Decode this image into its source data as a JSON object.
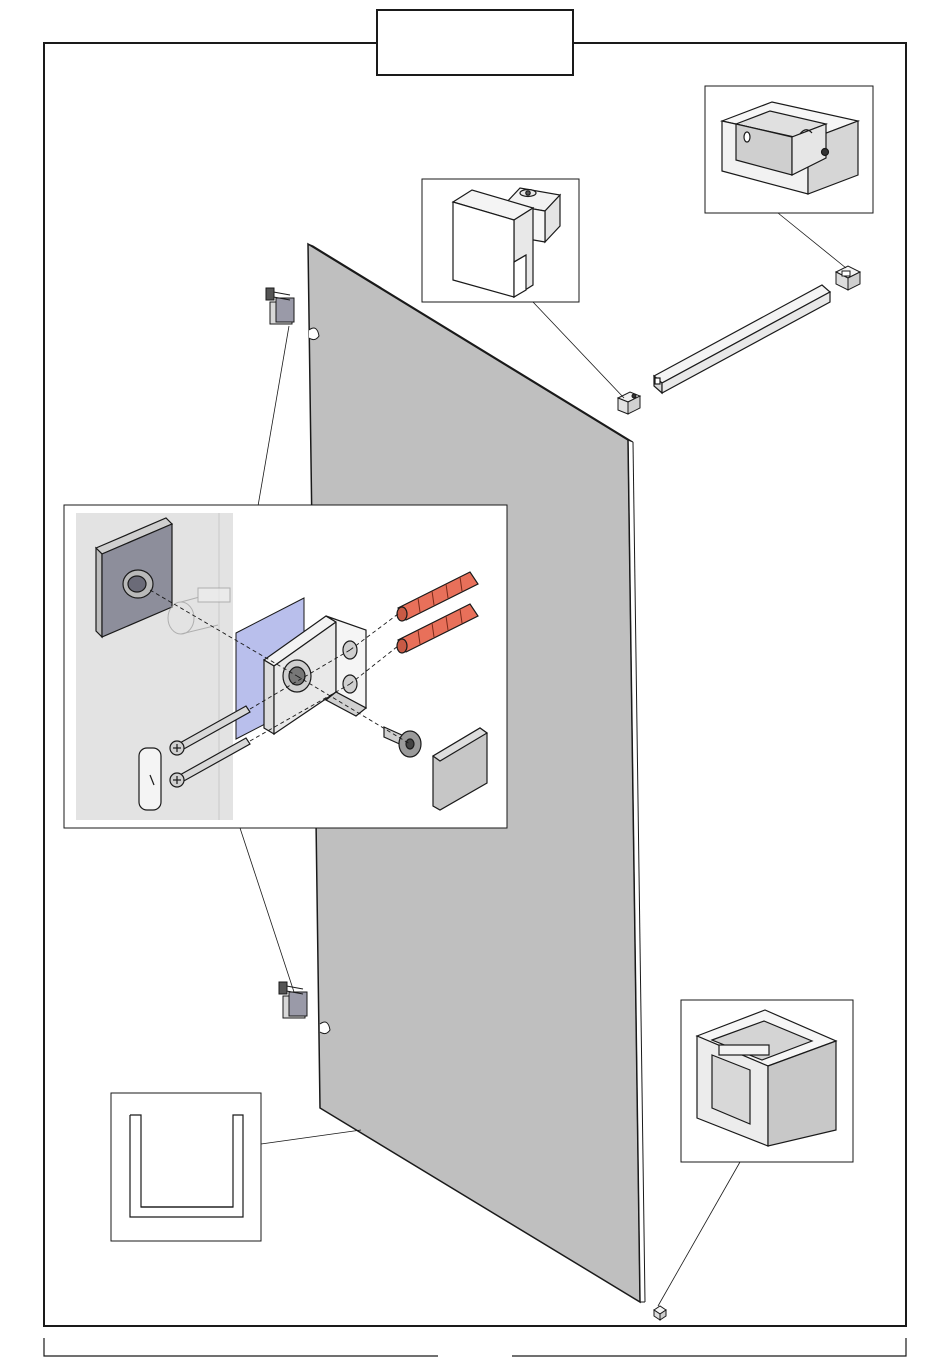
{
  "page": {
    "title_box_text": "",
    "page_number": ""
  },
  "parts": [
    {
      "id": "glass-panel",
      "kind": "panel"
    },
    {
      "id": "wall-bracket-top",
      "kind": "hinge-bracket"
    },
    {
      "id": "wall-bracket-bottom",
      "kind": "hinge-bracket"
    },
    {
      "id": "stabilizer-bar",
      "kind": "bar"
    },
    {
      "id": "bar-end-clamp",
      "kind": "connector"
    },
    {
      "id": "bar-wall-bracket",
      "kind": "connector"
    },
    {
      "id": "u-channel-profile",
      "kind": "profile"
    },
    {
      "id": "corner-end-cap",
      "kind": "cap"
    }
  ],
  "bracket_assembly": [
    {
      "id": "wall-plate",
      "kind": "plate"
    },
    {
      "id": "angle-bracket",
      "kind": "bracket"
    },
    {
      "id": "wall-plugs",
      "kind": "plug",
      "count": 2
    },
    {
      "id": "long-screws",
      "kind": "screw",
      "count": 2
    },
    {
      "id": "countersunk-bolt",
      "kind": "bolt"
    },
    {
      "id": "cover-cap",
      "kind": "cap"
    },
    {
      "id": "rubber-gasket",
      "kind": "gasket"
    }
  ],
  "colors": {
    "line": "#1a1a1a",
    "glass": "#bfbfbf",
    "part_gray": "#cfcfcf",
    "part_light": "#f2f2f2",
    "plug_orange": "#e8705a",
    "glass_blue": "#b9bfec"
  }
}
